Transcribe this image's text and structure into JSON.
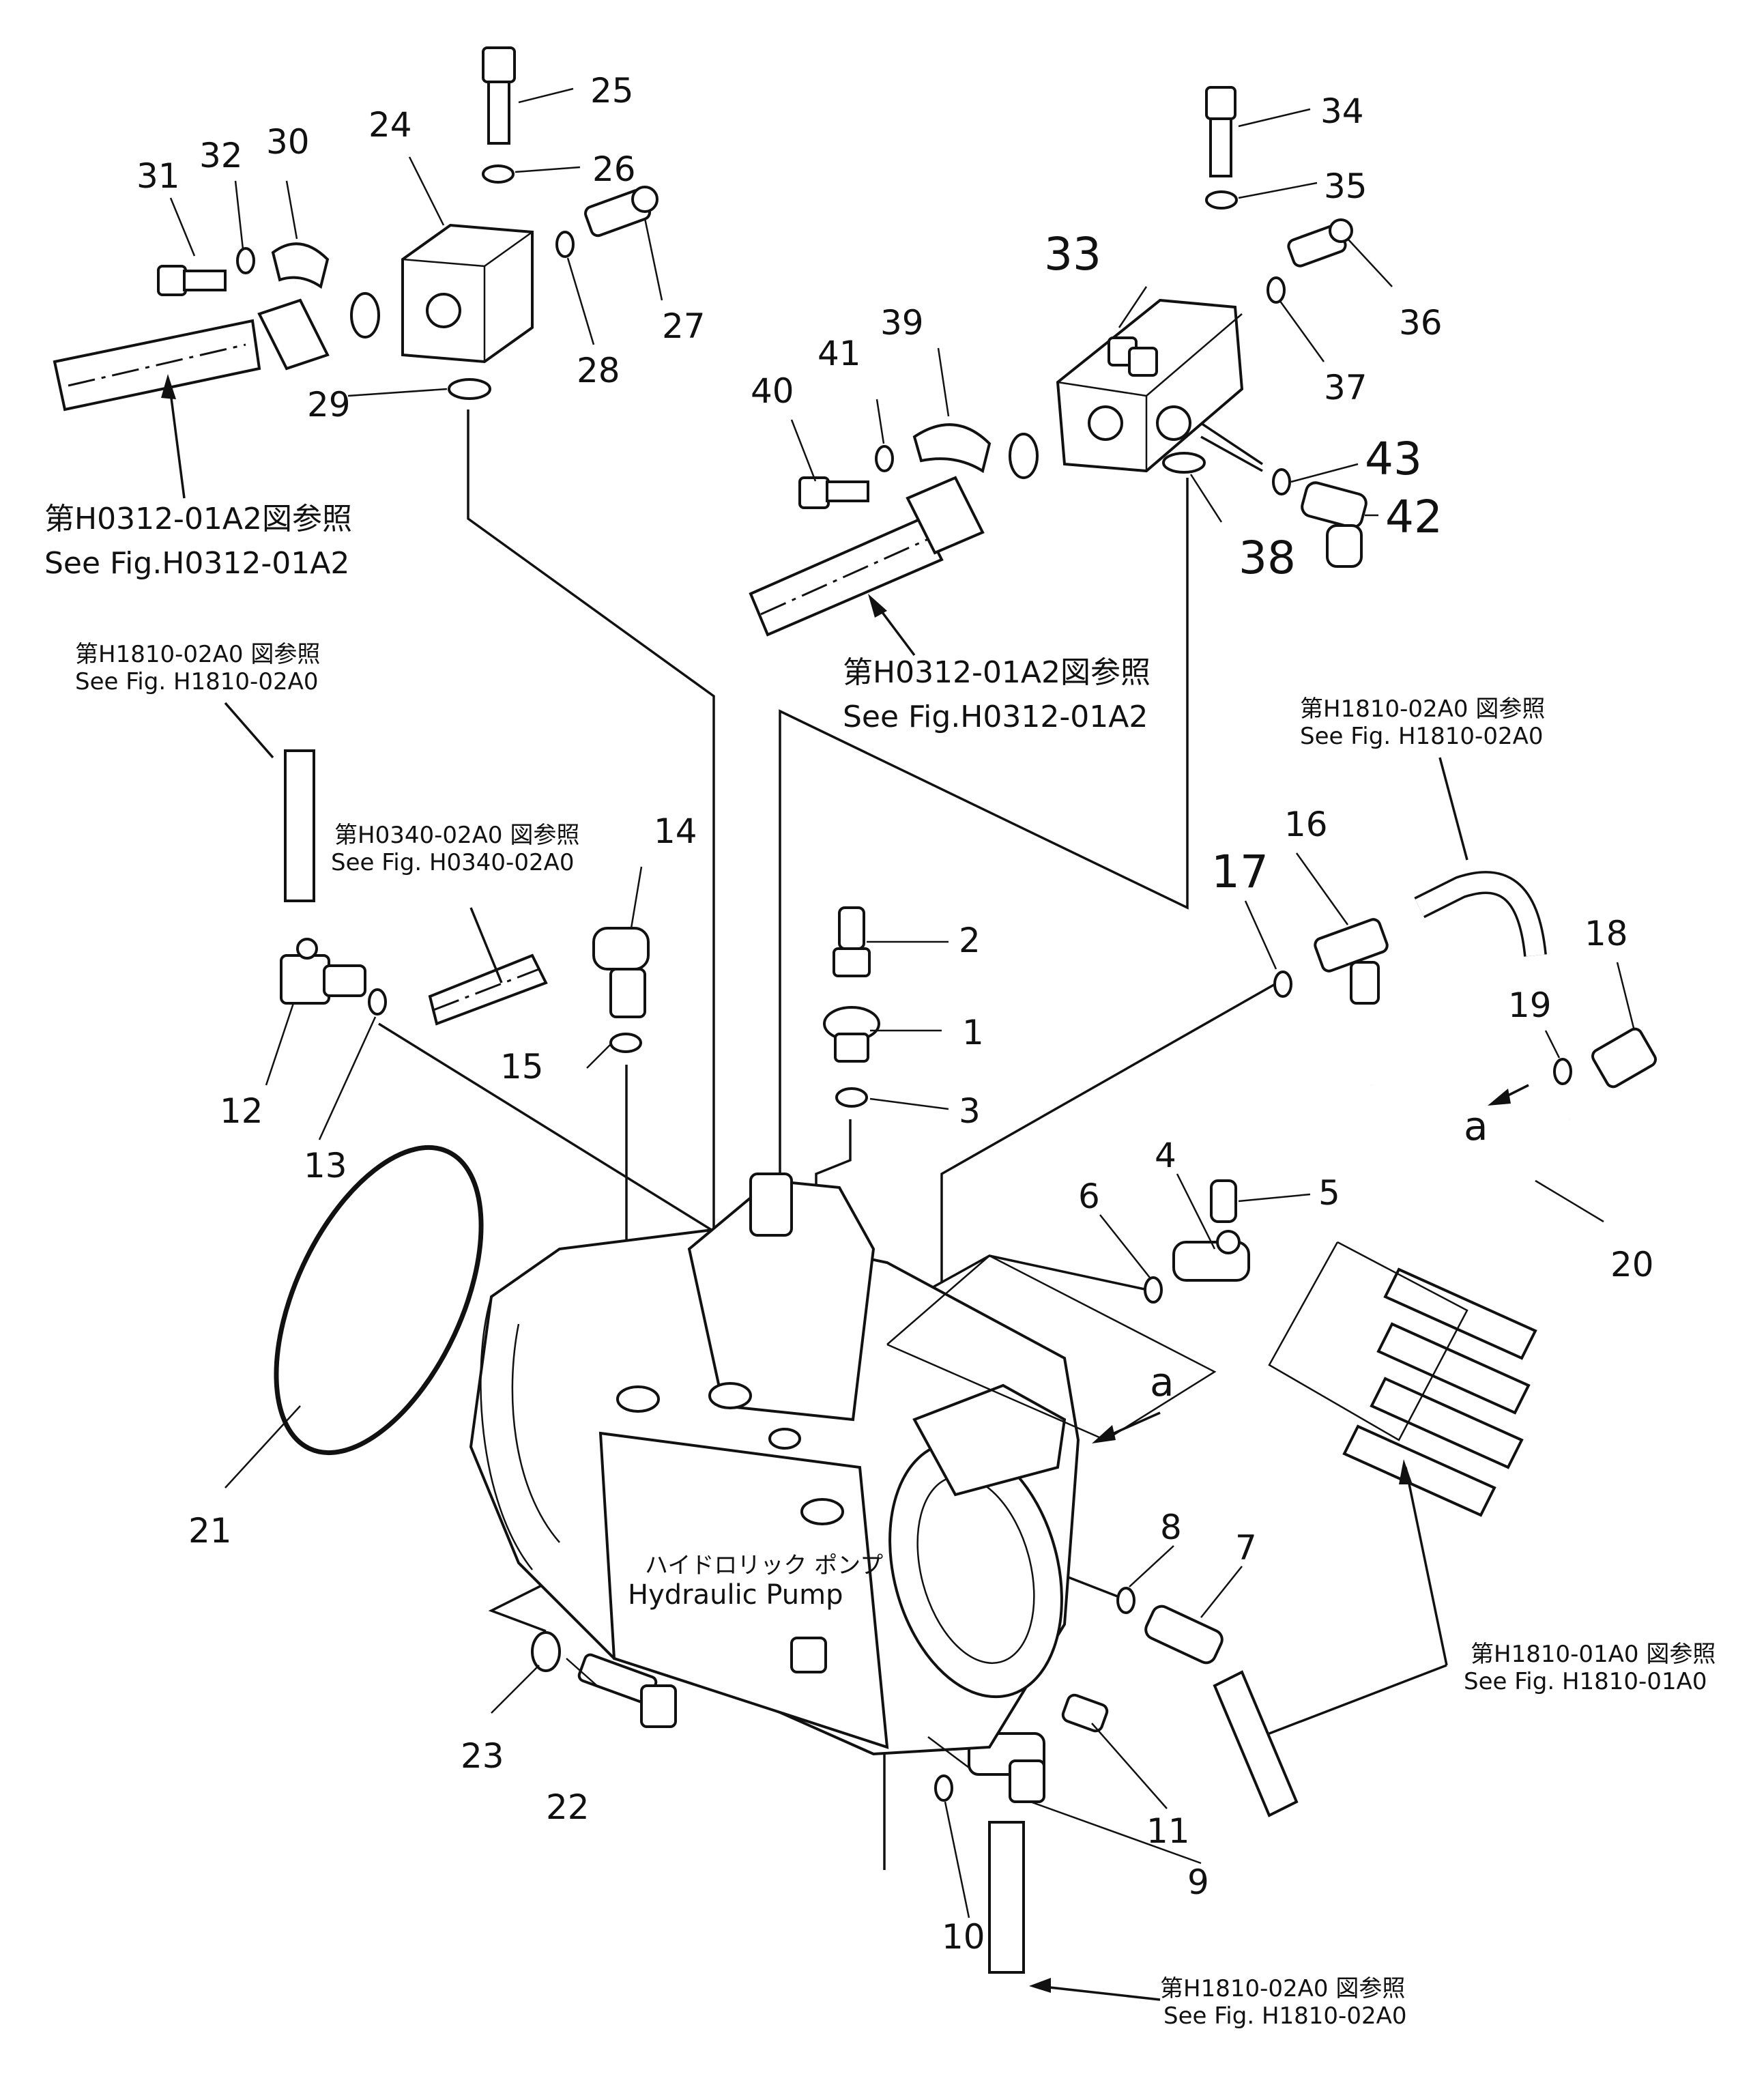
{
  "diagram": {
    "pump_label": {
      "ja": "ハイドロリック ポンプ",
      "en": "Hydraulic Pump"
    },
    "references": [
      {
        "id": "ref_h0312_left",
        "ja": "第H0312-01A2図参照",
        "en": "See Fig.H0312-01A2"
      },
      {
        "id": "ref_h0312_mid",
        "ja": "第H0312-01A2図参照",
        "en": "See Fig.H0312-01A2"
      },
      {
        "id": "ref_h1810_02_topleft",
        "ja": "第H1810-02A0 図参照",
        "en": "See Fig. H1810-02A0"
      },
      {
        "id": "ref_h0340",
        "ja": "第H0340-02A0 図参照",
        "en": "See Fig. H0340-02A0"
      },
      {
        "id": "ref_h1810_02_right",
        "ja": "第H1810-02A0 図参照",
        "en": "See Fig. H1810-02A0"
      },
      {
        "id": "ref_h1810_01",
        "ja": "第H1810-01A0 図参照",
        "en": "See Fig. H1810-01A0"
      },
      {
        "id": "ref_h1810_02_bottom",
        "ja": "第H1810-02A0 図参照",
        "en": "See Fig. H1810-02A0"
      }
    ],
    "part_numbers": [
      "1",
      "2",
      "3",
      "4",
      "5",
      "6",
      "7",
      "8",
      "9",
      "10",
      "11",
      "12",
      "13",
      "14",
      "15",
      "16",
      "17",
      "18",
      "19",
      "20",
      "21",
      "22",
      "23",
      "24",
      "25",
      "26",
      "27",
      "28",
      "29",
      "30",
      "31",
      "32",
      "33",
      "34",
      "35",
      "36",
      "37",
      "38",
      "39",
      "40",
      "41",
      "42",
      "43"
    ],
    "arrow_letters": [
      "a",
      "a"
    ]
  }
}
